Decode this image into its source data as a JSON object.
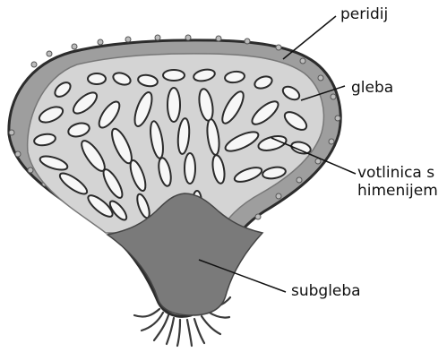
{
  "labels": {
    "peridij": "peridij",
    "gleba": "gleba",
    "votlinica_line1": "votlinica s",
    "votlinica_line2": "himenijem",
    "subgleba": "subgleba"
  },
  "colors": {
    "peridium_outline": "#2c2c2c",
    "peridium_band": "#9e9e9e",
    "gleba_fill": "#d4d4d4",
    "cavity_fill": "#f7f7f7",
    "cavity_outline": "#2a2a2a",
    "subgleba_fill": "#7a7a7a",
    "roots": "#3a3a3a",
    "leader_lines": "#111111"
  }
}
